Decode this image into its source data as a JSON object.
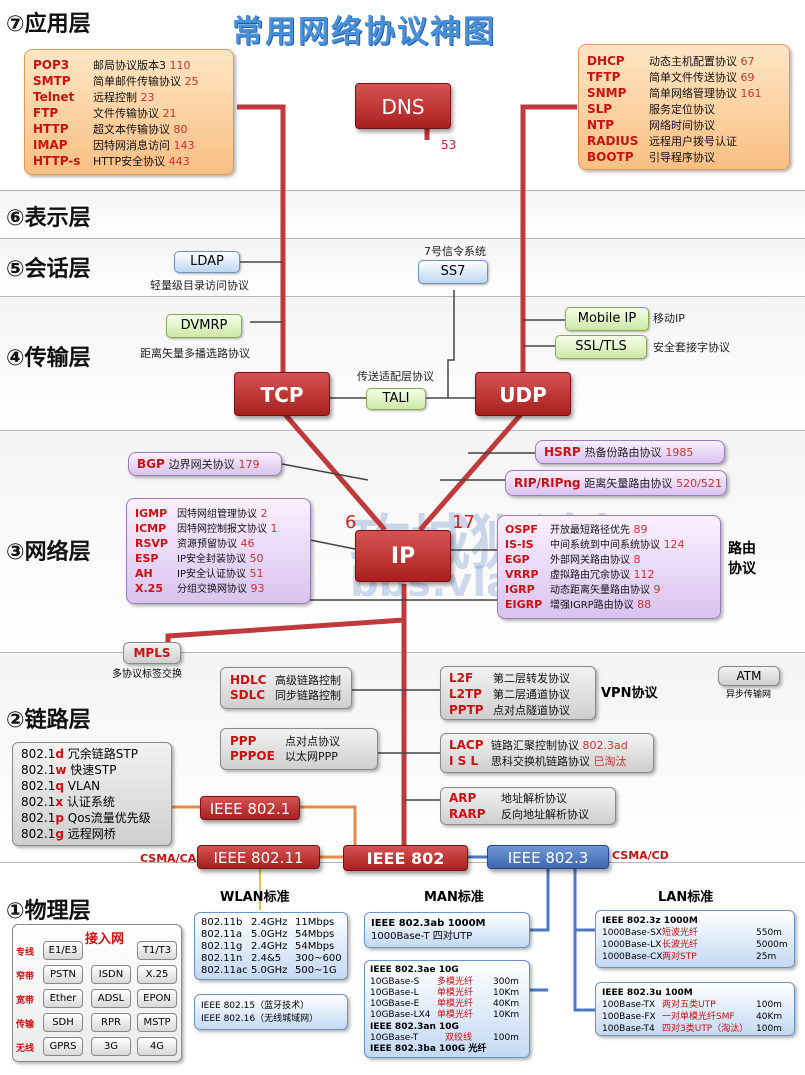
{
  "title": "常用网络协议神图",
  "layers": {
    "l7": "⑦应用层",
    "l6": "⑥表示层",
    "l5": "⑤会话层",
    "l4": "④传输层",
    "l3": "③网络层",
    "l2": "②链路层",
    "l1": "①物理层"
  },
  "app_left": [
    {
      "k": "POP3",
      "d": "邮局协议版本3",
      "n": "110"
    },
    {
      "k": "SMTP",
      "d": "简单邮件传输协议",
      "n": "25"
    },
    {
      "k": "Telnet",
      "d": "远程控制",
      "n": "23"
    },
    {
      "k": "FTP",
      "d": "文件传输协议",
      "n": "21"
    },
    {
      "k": "HTTP",
      "d": "超文本传输协议",
      "n": "80"
    },
    {
      "k": "IMAP",
      "d": "因特网消息访问",
      "n": "143"
    },
    {
      "k": "HTTP-s",
      "d": "HTTP安全协议",
      "n": "443"
    }
  ],
  "app_right": [
    {
      "k": "DHCP",
      "d": "动态主机配置协议",
      "n": "67"
    },
    {
      "k": "TFTP",
      "d": "简单文件传送协议",
      "n": "69"
    },
    {
      "k": "SNMP",
      "d": "简单网络管理协议",
      "n": "161"
    },
    {
      "k": "SLP",
      "d": "服务定位协议",
      "n": ""
    },
    {
      "k": "NTP",
      "d": "网络时间协议",
      "n": ""
    },
    {
      "k": "RADIUS",
      "d": "远程用户拨号认证",
      "n": ""
    },
    {
      "k": "BOOTP",
      "d": "引导程序协议",
      "n": ""
    }
  ],
  "dns": {
    "label": "DNS",
    "port": "53"
  },
  "session": {
    "ldap": "LDAP",
    "ldap_desc": "轻量级目录访问协议",
    "ss7_desc": "7号信令系统",
    "ss7": "SS7"
  },
  "transport": {
    "dvmrp": "DVMRP",
    "dvmrp_desc": "距离矢量多播选路协议",
    "mobileip": "Mobile IP",
    "mobileip_desc": "移动IP",
    "ssl": "SSL/TLS",
    "ssl_desc": "安全套接字协议",
    "tcp": "TCP",
    "udp": "UDP",
    "tali": "TALI",
    "tali_desc": "传送适配层协议"
  },
  "network": {
    "bgp": {
      "k": "BGP",
      "d": "边界网关协议",
      "n": "179"
    },
    "hsrp": {
      "k": "HSRP",
      "d": "热备份路由协议",
      "n": "1985"
    },
    "rip": {
      "k": "RIP/RIPng",
      "d": "距离矢量路由协议",
      "n": "520/521"
    },
    "left": [
      {
        "k": "IGMP",
        "d": "因特网组管理协议",
        "n": "2"
      },
      {
        "k": "ICMP",
        "d": "因特网控制报文协议",
        "n": "1"
      },
      {
        "k": "RSVP",
        "d": "资源预留协议",
        "n": "46"
      },
      {
        "k": "ESP",
        "d": "IP安全封装协议",
        "n": "50"
      },
      {
        "k": "AH",
        "d": "IP安全认证协议",
        "n": "51"
      },
      {
        "k": "X.25",
        "d": "分组交换网协议",
        "n": "93"
      }
    ],
    "right": [
      {
        "k": "OSPF",
        "d": "开放最短路径优先",
        "n": "89"
      },
      {
        "k": "IS-IS",
        "d": "中间系统到中间系统协议",
        "n": "124"
      },
      {
        "k": "EGP",
        "d": "外部网关路由协议",
        "n": "8"
      },
      {
        "k": "VRRP",
        "d": "虚拟路由冗余协议",
        "n": "112"
      },
      {
        "k": "IGRP",
        "d": "动态距离矢量路由协议",
        "n": "9"
      },
      {
        "k": "EIGRP",
        "d": "增强IGRP路由协议",
        "n": "88"
      }
    ],
    "routing": "路由",
    "routing2": "协议",
    "ip": "IP",
    "n6": "6",
    "n17": "17"
  },
  "link": {
    "mpls": "MPLS",
    "mpls_desc": "多协议标签交换",
    "hdlc": [
      {
        "k": "HDLC",
        "d": "高级链路控制"
      },
      {
        "k": "SDLC",
        "d": "同步链路控制"
      }
    ],
    "vpn": [
      {
        "k": "L2F",
        "d": "第二层转发协议"
      },
      {
        "k": "L2TP",
        "d": "第二层通道协议"
      },
      {
        "k": "PPTP",
        "d": "点对点隧道协议"
      }
    ],
    "vpn_label": "VPN协议",
    "atm": "ATM",
    "atm_desc": "异步传输网",
    "ppp": [
      {
        "k": "PPP",
        "d": "点对点协议"
      },
      {
        "k": "PPPOE",
        "d": "以太网PPP"
      }
    ],
    "lacp": [
      {
        "k": "LACP",
        "d": "链路汇聚控制协议",
        "n": "802.3ad"
      },
      {
        "k": "I S L",
        "d": "思科交换机链路协议",
        "n": "已淘汰"
      }
    ],
    "arp": [
      {
        "k": "ARP",
        "d": "地址解析协议"
      },
      {
        "k": "RARP",
        "d": "反向地址解析协议"
      }
    ],
    "dot1": [
      {
        "k": "802.1d",
        "d": "冗余链路STP"
      },
      {
        "k": "802.1w",
        "d": "快速STP"
      },
      {
        "k": "802.1q",
        "d": "VLAN"
      },
      {
        "k": "802.1x",
        "d": "认证系统"
      },
      {
        "k": "802.1p",
        "d": "Qos流量优先级"
      },
      {
        "k": "802.1g",
        "d": "远程网桥"
      }
    ],
    "ieee8021": "IEEE 802.1",
    "ieee80211": "IEEE 802.11",
    "ieee802": "IEEE 802",
    "ieee8023": "IEEE 802.3",
    "csmaca": "CSMA/CA",
    "csmacd": "CSMA/CD"
  },
  "physical": {
    "wlan_title": "WLAN标准",
    "man_title": "MAN标准",
    "lan_title": "LAN标准",
    "access_title": "接入网",
    "access_rows": [
      {
        "label": "专线",
        "items": [
          "E1/E3",
          "",
          "T1/T3"
        ]
      },
      {
        "label": "窄带",
        "items": [
          "PSTN",
          "ISDN",
          "X.25"
        ]
      },
      {
        "label": "宽带",
        "items": [
          "Ether",
          "ADSL",
          "EPON"
        ]
      },
      {
        "label": "传输",
        "items": [
          "SDH",
          "RPR",
          "MSTP"
        ]
      },
      {
        "label": "无线",
        "items": [
          "GPRS",
          "3G",
          "4G"
        ]
      }
    ],
    "wlan": [
      {
        "a": "802.11b",
        "f": "2.4GHz",
        "r": "11Mbps"
      },
      {
        "a": "802.11a",
        "f": "5.0GHz",
        "r": "54Mbps"
      },
      {
        "a": "802.11g",
        "f": "2.4GHz",
        "r": "54Mbps"
      },
      {
        "a": "802.11n",
        "f": "2.4&5",
        "r": "300~600"
      },
      {
        "a": "802.11ac",
        "f": "5.0GHz",
        "r": "500~1G"
      }
    ],
    "wpan": [
      "IEEE 802.15（蓝牙技术）",
      "IEEE 802.16（无线城域网）"
    ],
    "man1": {
      "h": "IEEE 802.3ab   1000M",
      "r": "1000Base-T  四对UTP"
    },
    "man2": {
      "h": "IEEE 802.3ae      10G",
      "rows": [
        {
          "a": "10GBase-S",
          "b": "多模光纤",
          "c": "300m"
        },
        {
          "a": "10GBase-L",
          "b": "单模光纤",
          "c": "10Km"
        },
        {
          "a": "10GBase-E",
          "b": "单模光纤",
          "c": "40Km"
        },
        {
          "a": "10GBase-LX4",
          "b": "单模光纤",
          "c": "10Km"
        }
      ],
      "h2": "IEEE 802.3an      10G",
      "r2": {
        "a": "10GBase-T",
        "b": "双绞线",
        "c": "100m"
      },
      "h3": "IEEE 802.3ba      100G    光纤"
    },
    "lan1": {
      "h": "IEEE 802.3z     1000M",
      "rows": [
        {
          "a": "1000Base-SX",
          "b": "短波光纤",
          "c": "550m"
        },
        {
          "a": "1000Base-LX",
          "b": "长波光纤",
          "c": "5000m"
        },
        {
          "a": "1000Base-CX",
          "b": "两对STP",
          "c": "25m"
        }
      ]
    },
    "lan2": {
      "h": "IEEE 802.3u     100M",
      "rows": [
        {
          "a": "100Base-TX",
          "b": "两对五类UTP",
          "c": "100m"
        },
        {
          "a": "100Base-FX",
          "b": "一对单模光纤SMF",
          "c": "40Km"
        },
        {
          "a": "100Base-T4",
          "b": "四对3类UTP（淘汰）",
          "c": "100m"
        }
      ]
    }
  },
  "watermark": {
    "cn": "攻城狮论坛",
    "url": "bbs.vlan5.com"
  },
  "colors": {
    "accent_red": "#b52a2a",
    "title_blue": "#4a90d8",
    "orange": "#e8894a",
    "blue_line": "#4a78c4"
  }
}
